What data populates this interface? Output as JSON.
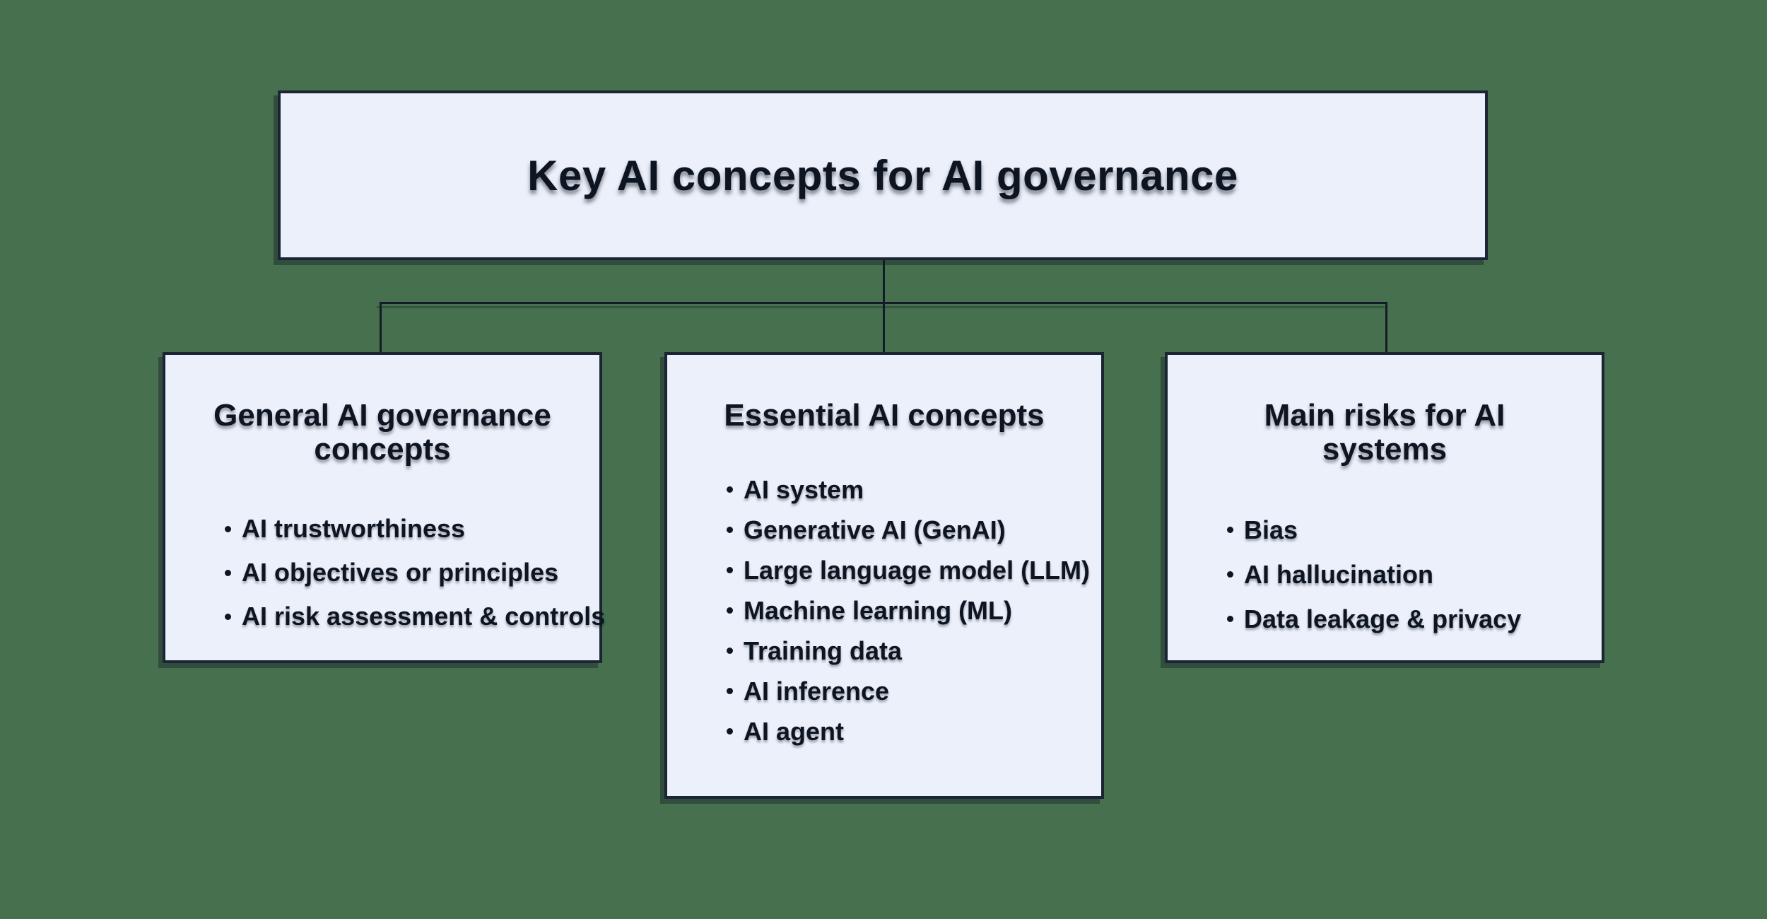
{
  "diagram": {
    "title": "Key AI concepts for AI governance",
    "colors": {
      "background": "#47704E",
      "box_fill": "#EBF0FA",
      "box_border": "#1B2533",
      "text": "#0D1422",
      "connector": "#131B29"
    },
    "children": [
      {
        "heading": "General AI governance\nconcepts",
        "bullets": [
          "AI trustworthiness",
          "AI objectives or principles",
          "AI risk assessment & controls"
        ]
      },
      {
        "heading": "Essential AI concepts",
        "bullets": [
          "AI system",
          "Generative AI (GenAI)",
          "Large language model (LLM)",
          "Machine learning (ML)",
          "Training data",
          "AI inference",
          "AI agent"
        ]
      },
      {
        "heading": "Main risks for AI\nsystems",
        "bullets": [
          "Bias",
          "AI hallucination",
          "Data leakage & privacy"
        ]
      }
    ]
  }
}
